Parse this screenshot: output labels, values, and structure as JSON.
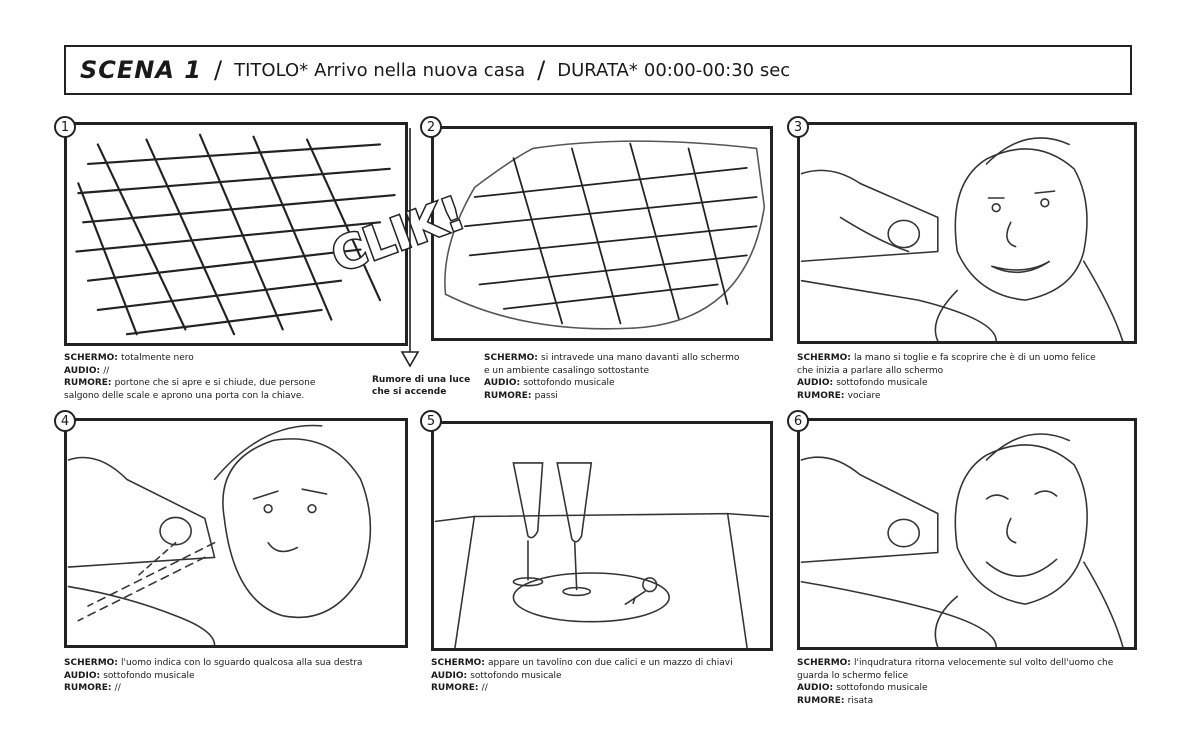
{
  "header": {
    "scene": "SCENA 1",
    "sep1": "/",
    "title_label": "TITOLO*",
    "title_value": "Arrivo nella nuova casa",
    "sep2": "/",
    "duration_label": "DURATA*",
    "duration_value": "00:00-00:30 sec"
  },
  "panels": [
    {
      "number": "1",
      "lines": [
        {
          "k": "SCHERMO: ",
          "v": "totalmente nero"
        },
        {
          "k": "AUDIO: ",
          "v": "//"
        },
        {
          "k": "RUMORE: ",
          "v": "portone che si apre e si chiude, due persone"
        },
        {
          "k": "",
          "v": "salgono delle scale e aprono una porta con la chiave."
        }
      ]
    },
    {
      "number": "2",
      "lines": [
        {
          "k": "SCHERMO: ",
          "v": "si intravede una mano davanti allo schermo"
        },
        {
          "k": "",
          "v": "e un ambiente casalingo sottostante"
        },
        {
          "k": "AUDIO: ",
          "v": "sottofondo musicale"
        },
        {
          "k": "RUMORE: ",
          "v": "passi"
        }
      ]
    },
    {
      "number": "3",
      "lines": [
        {
          "k": "SCHERMO: ",
          "v": "la mano si toglie e fa scoprire che è di un uomo felice"
        },
        {
          "k": "",
          "v": "che inizia a parlare allo schermo"
        },
        {
          "k": "AUDIO: ",
          "v": "sottofondo musicale"
        },
        {
          "k": "RUMORE: ",
          "v": "vociare"
        }
      ]
    },
    {
      "number": "4",
      "lines": [
        {
          "k": "SCHERMO: ",
          "v": "l'uomo indica con lo sguardo qualcosa alla sua destra"
        },
        {
          "k": "AUDIO: ",
          "v": "sottofondo musicale"
        },
        {
          "k": "RUMORE: ",
          "v": "//"
        }
      ]
    },
    {
      "number": "5",
      "lines": [
        {
          "k": "SCHERMO: ",
          "v": "appare un tavolino con due calici e un mazzo di chiavi"
        },
        {
          "k": "AUDIO: ",
          "v": "sottofondo musicale"
        },
        {
          "k": "RUMORE: ",
          "v": "//"
        }
      ]
    },
    {
      "number": "6",
      "lines": [
        {
          "k": "SCHERMO: ",
          "v": "l'inqudratura ritorna velocemente sul volto dell'uomo che"
        },
        {
          "k": "",
          "v": "guarda lo schermo felice"
        },
        {
          "k": "AUDIO: ",
          "v": "sottofondo musicale"
        },
        {
          "k": "RUMORE: ",
          "v": "risata"
        }
      ]
    }
  ],
  "sound_note": {
    "line1": "Rumore di una luce",
    "line2": "che si accende"
  },
  "click_text": "CLIK!"
}
